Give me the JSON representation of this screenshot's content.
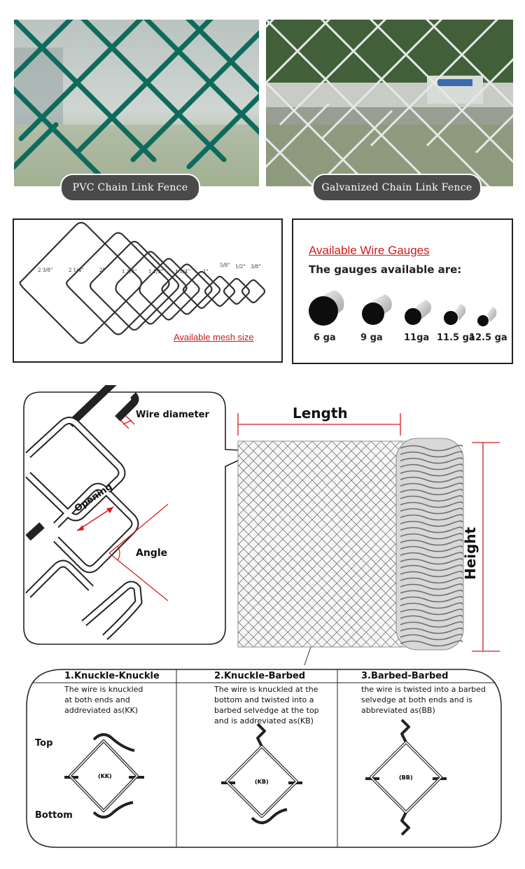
{
  "photos": {
    "pvc_label": "PVC Chain Link Fence",
    "galvanized_label": "Galvanized Chain Link Fence"
  },
  "mesh_sizes": {
    "labels": [
      "2 3/8\"",
      "2 1/4\"",
      "2\"",
      "1 3/4\"",
      "1 1/2\"",
      "1 1/4\"",
      "1\"",
      "5/8\"",
      "1/2\"",
      "3/8\""
    ],
    "caption": "Available mesh size"
  },
  "gauges": {
    "title": "Available Wire Gauges",
    "subtitle": "The gauges available are:",
    "items": [
      "6 ga",
      "9 ga",
      "11ga",
      "11.5 ga",
      "12.5 ga"
    ]
  },
  "dimensions": {
    "wire_diameter": "Wire diameter",
    "opening": "Opening",
    "angle": "Angle",
    "length": "Length",
    "height": "Height"
  },
  "selvedge": {
    "top_label": "Top",
    "bottom_label": "Bottom",
    "types": [
      {
        "title": "1.Knuckle-Knuckle",
        "desc": [
          "The wire is knuckled",
          "at both ends and",
          "addreviated as(KK)"
        ],
        "code": "(KK)"
      },
      {
        "title": "2.Knuckle-Barbed",
        "desc": [
          "The wire is knuckled at the",
          "bottom and twisted into a",
          "barbed selvedge at the top",
          "and is addreviated as(KB)"
        ],
        "code": "(KB)"
      },
      {
        "title": "3.Barbed-Barbed",
        "desc": [
          "the wire is twisted into a barbed",
          "selvedge at both ends and is",
          "abbreviated as(BB)"
        ],
        "code": "(BB)"
      }
    ]
  },
  "colors": {
    "accent_red": "#d21c1c",
    "pvc_green": "#0e6b5c",
    "pill_bg": "#4a4a4a"
  }
}
